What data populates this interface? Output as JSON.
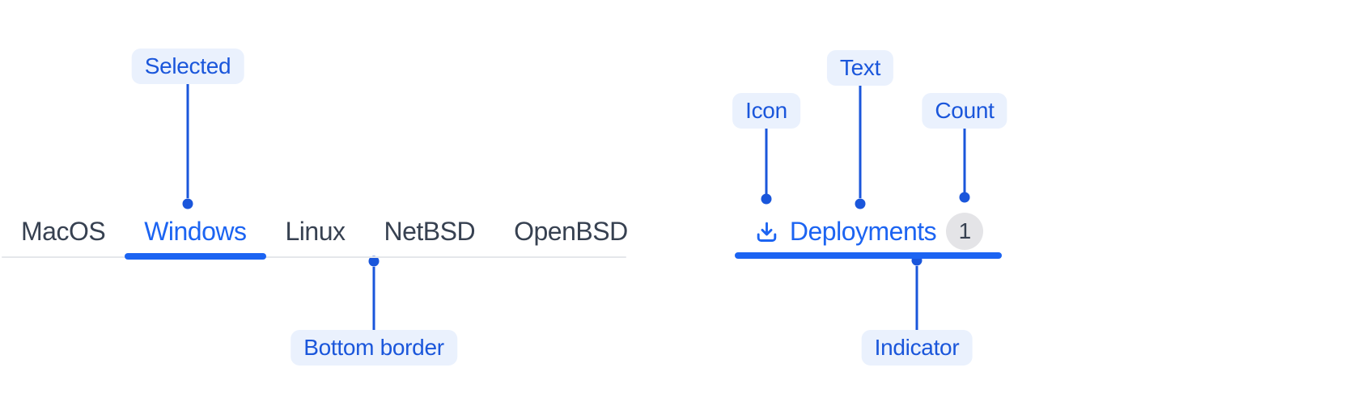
{
  "colors": {
    "annotation_blue": "#1a56db",
    "annotation_pill_bg": "#eaf1fd",
    "tab_accent_blue": "#1c64f2",
    "tab_text": "#374151",
    "tab_bottom_border": "#e5e7eb",
    "count_badge_bg": "#e4e4e7",
    "background": "#ffffff"
  },
  "left_tabs": {
    "items": [
      {
        "label": "MacOS",
        "selected": false
      },
      {
        "label": "Windows",
        "selected": true
      },
      {
        "label": "Linux",
        "selected": false
      },
      {
        "label": "NetBSD",
        "selected": false
      },
      {
        "label": "OpenBSD",
        "selected": false
      }
    ],
    "selected_label": "Windows",
    "annotations": {
      "selected": {
        "label": "Selected"
      },
      "bottom_border": {
        "label": "Bottom border"
      }
    }
  },
  "right_tab": {
    "icon": "download-icon",
    "label": "Deployments",
    "count": "1",
    "annotations": {
      "icon": {
        "label": "Icon"
      },
      "text": {
        "label": "Text"
      },
      "count": {
        "label": "Count"
      },
      "indicator": {
        "label": "Indicator"
      }
    }
  }
}
